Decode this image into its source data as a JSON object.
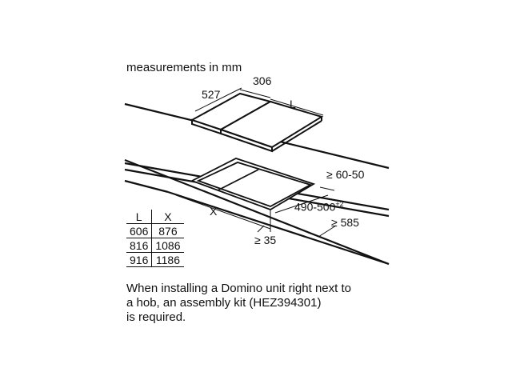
{
  "heading": "measurements in mm",
  "dimensions": {
    "d527": "527",
    "d306": "306",
    "dL": "L",
    "dX": "X",
    "d6050": "≥ 60-50",
    "d490": "490-500",
    "d490_sup": "+2",
    "d585": "≥ 585",
    "d35": "≥ 35"
  },
  "table": {
    "headers": [
      "L",
      "X"
    ],
    "rows": [
      [
        "606",
        "876"
      ],
      [
        "816",
        "1086"
      ],
      [
        "916",
        "1186"
      ]
    ]
  },
  "note": {
    "line1": "When installing a Domino unit right next to",
    "line2": "a hob, an assembly kit (HEZ394301)",
    "line3": "is required."
  }
}
